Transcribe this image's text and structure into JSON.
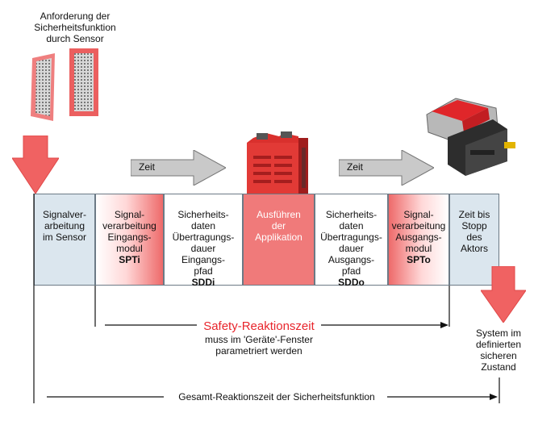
{
  "sensor_caption": "Anforderung der\nSicherheitsfunktion\ndurch Sensor",
  "time_label_1": "Zeit",
  "time_label_2": "Zeit",
  "segments": [
    {
      "text": "Signalver-\narbeitung\nim Sensor",
      "bold": ""
    },
    {
      "text": "Signal-\nverarbeitung\nEingangs-\nmodul",
      "bold": "SPTi"
    },
    {
      "text": "Sicherheits-\ndaten\nÜbertragungs-\ndauer\nEingangs-\npfad",
      "bold": "SDDi"
    },
    {
      "text": "Ausführen\nder\nApplikation",
      "bold": ""
    },
    {
      "text": "Sicherheits-\ndaten\nÜbertragungs-\ndauer\nAusgangs-\npfad",
      "bold": "SDDo"
    },
    {
      "text": "Signal-\nverarbeitung\nAusgangs-\nmodul",
      "bold": "SPTo"
    },
    {
      "text": "Zeit bis\nStopp\ndes\nAktors",
      "bold": ""
    }
  ],
  "safety_title": "Safety-Reaktionszeit",
  "safety_sub": "muss im 'Geräte'-Fenster\nparametriert werden",
  "end_state": "System im\ndefinierten\nsicheren\nZustand",
  "total_label": "Gesamt-Reaktionszeit der Sicherheitsfunktion",
  "colors": {
    "accent_red": "#e8252c",
    "arrow_red": "#f06262",
    "gray_arrow": "#c8c8c8",
    "blue_box": "#dbe6ee"
  }
}
